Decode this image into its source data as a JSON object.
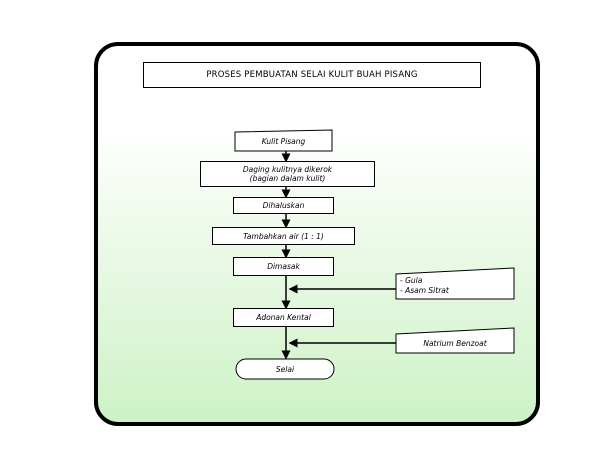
{
  "title": "PROSES PEMBUATAN SELAI KULIT BUAH PISANG",
  "steps": {
    "input": "Kulit Pisang",
    "scrape_line1": "Daging kulitnya dikerok",
    "scrape_line2": "(bagian dalam kulit)",
    "blend": "Dihaluskan",
    "add_water": "Tambahkan air (1 : 1)",
    "cook": "Dimasak",
    "dough": "Adonan Kental",
    "output": "Selai"
  },
  "additions": {
    "ingredients_1": "- Gula",
    "ingredients_2": "- Asam Sitrat",
    "preservative": "Natrium Benzoat"
  },
  "colors": {
    "frame_border": "#000000",
    "gradient_end": "#cdf2c6"
  }
}
